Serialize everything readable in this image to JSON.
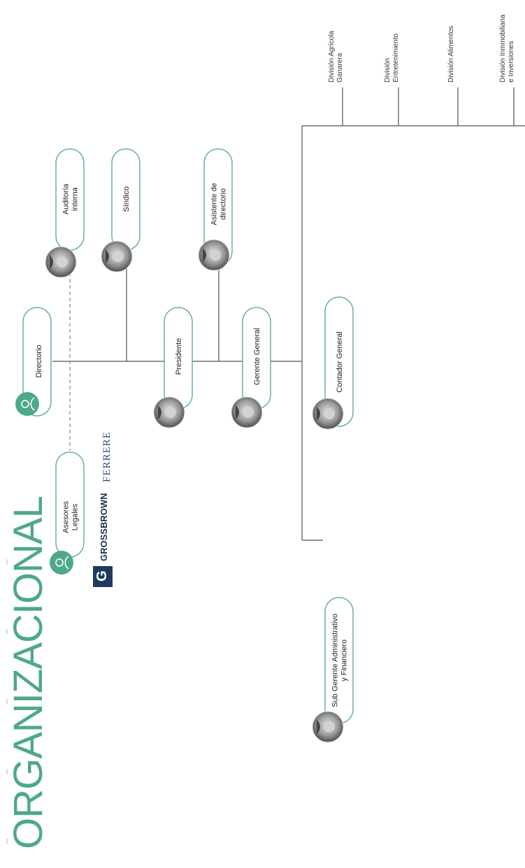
{
  "title": "ORGANIZACIONAL",
  "colors": {
    "accent": "#4fa88b",
    "line": "#555555",
    "dash": "#888888"
  },
  "nodes": {
    "directorio": "Directorio",
    "auditoria": [
      "Auditoría",
      "interna"
    ],
    "sindico": "Síndico",
    "presidente": "Presidente",
    "asistente": [
      "Asistente de",
      "directorio"
    ],
    "gerente": "Gerente  General",
    "contador": "Contador General",
    "asesores": [
      "Asesores",
      "Legales"
    ],
    "subgerente": [
      "Sub Gerente Administrativo",
      "y Financiero"
    ]
  },
  "divisions": [
    [
      "División Agrícola",
      "Ganarera"
    ],
    [
      "División",
      "Entretenimiento"
    ],
    [
      "División Alimentos"
    ],
    [
      "División Inmmobiliaria",
      "e Inversiones"
    ]
  ],
  "logos": {
    "grossbrown": "GROSSBROWN",
    "grossbrown_mark": "G",
    "ferrere": "FERRERE"
  },
  "icons": {
    "group": "people-icon",
    "avatar": "person-photo"
  }
}
